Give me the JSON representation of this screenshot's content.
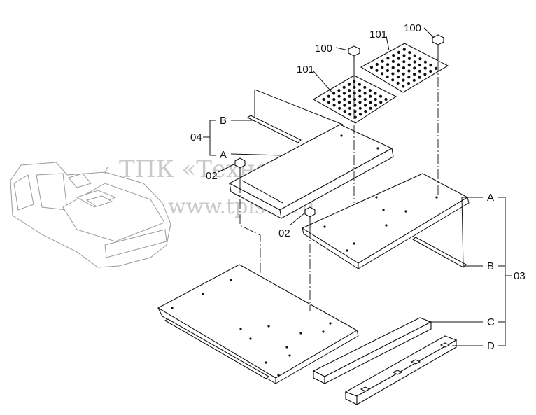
{
  "watermark": {
    "line1": "ТПК «Техно-Сиб»",
    "line2": "www.tplsts.ru"
  },
  "labels": {
    "l100a": "100",
    "l100b": "100",
    "l101a": "101",
    "l101b": "101",
    "l04": "04",
    "lB1": "B",
    "lA1": "A",
    "l02a": "02",
    "l02b": "02",
    "lA2": "A",
    "lB2": "B",
    "l03": "03",
    "lC": "C",
    "lD": "D"
  },
  "colors": {
    "line": "#111111",
    "ghost": "#9a9a9a",
    "watermark": "#c9c9c9"
  }
}
